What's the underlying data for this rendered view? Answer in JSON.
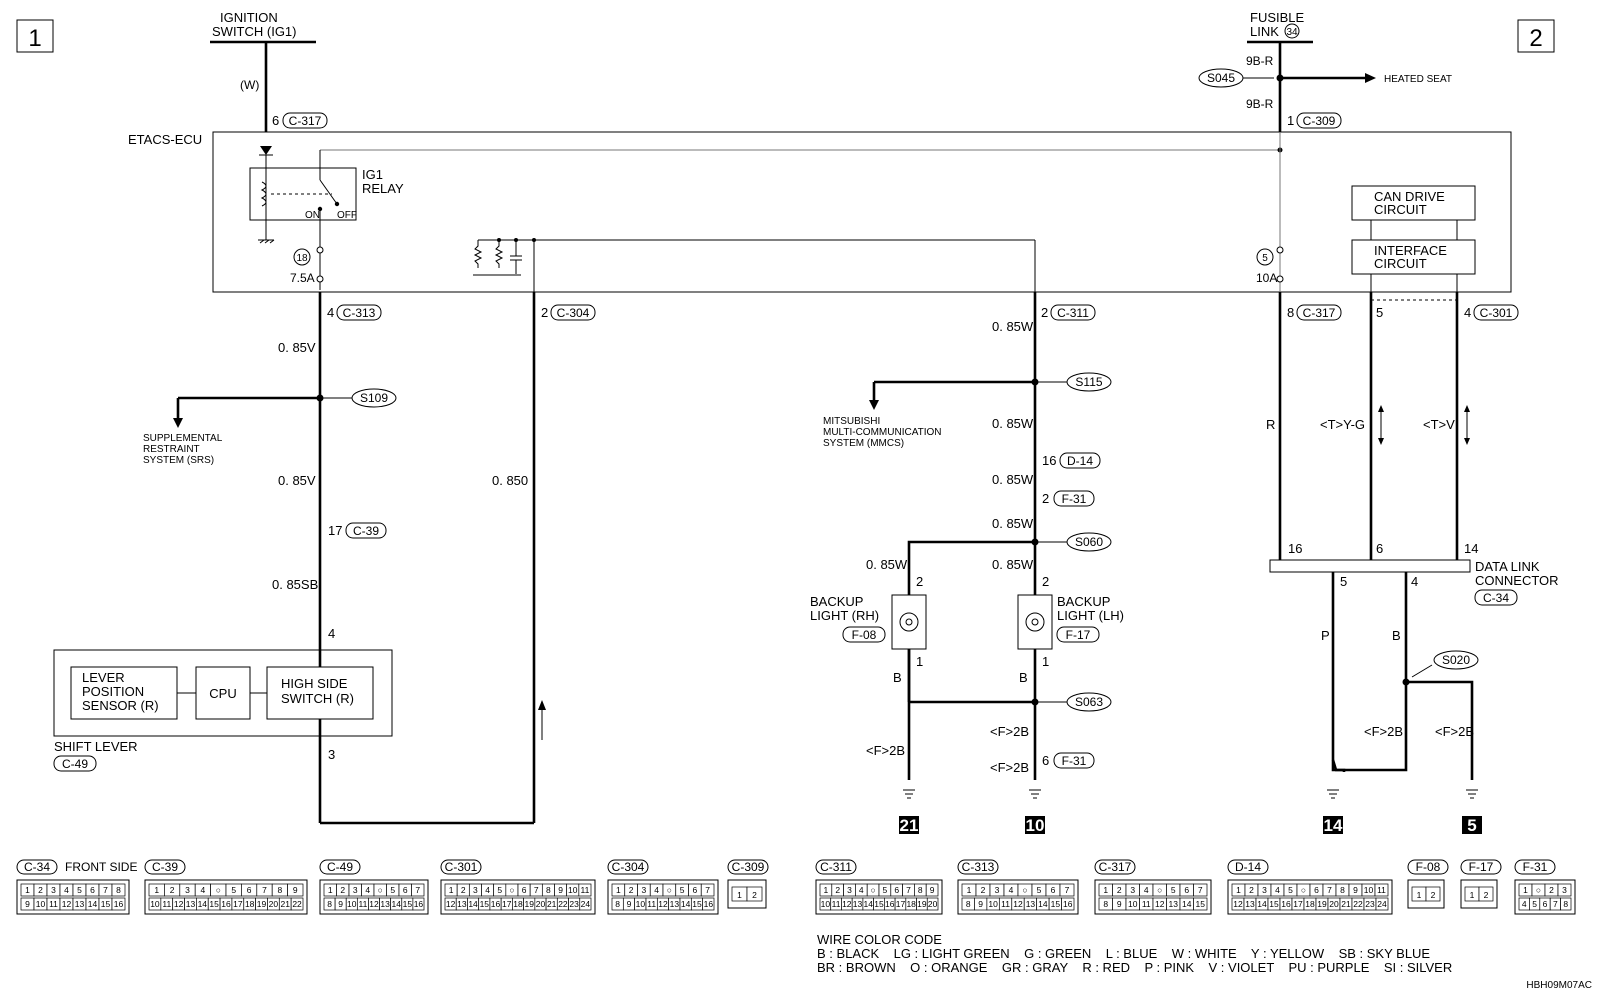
{
  "page_markers": {
    "left": "1",
    "right": "2"
  },
  "top": {
    "ignition_line1": "IGNITION",
    "ignition_line2": "SWITCH (IG1)",
    "ignition_wire": "(W)",
    "fusible_line1": "FUSIBLE",
    "fusible_line2": "LINK",
    "fusible_num": "34",
    "wire_9br_a": "9B-R",
    "wire_9br_b": "9B-R",
    "s045": "S045",
    "heated_seat": "HEATED SEAT"
  },
  "ecu": {
    "title": "ETACS-ECU",
    "ig1_relay_1": "IG1",
    "ig1_relay_2": "RELAY",
    "on": "ON",
    "off": "OFF",
    "fuse18": "18",
    "fuse18_amp": "7.5A",
    "fuse5": "5",
    "fuse5_amp": "10A",
    "can_1": "CAN DRIVE",
    "can_2": "CIRCUIT",
    "if_1": "INTERFACE",
    "if_2": "CIRCUIT"
  },
  "pins": {
    "p6": "6",
    "c317a": "C-317",
    "p1": "1",
    "c309": "C-309",
    "p4": "4",
    "c313": "C-313",
    "p2a": "2",
    "c304": "C-304",
    "p2b": "2",
    "c311": "C-311",
    "p8": "8",
    "c317b": "C-317",
    "p5": "5",
    "p4b": "4",
    "c301": "C-301"
  },
  "left_branch": {
    "w085v_a": "0. 85V",
    "s109": "S109",
    "srs_1": "SUPPLEMENTAL",
    "srs_2": "RESTRAINT",
    "srs_3": "SYSTEM (SRS)",
    "w085v_b": "0. 85V",
    "p17": "17",
    "c39": "C-39",
    "w085sb": "0. 85SB",
    "p4": "4",
    "w0850": "0. 850",
    "p3": "3"
  },
  "shift_lever": {
    "sensor_1": "LEVER",
    "sensor_2": "POSITION",
    "sensor_3": "SENSOR (R)",
    "cpu": "CPU",
    "hs_1": "HIGH SIDE",
    "hs_2": "SWITCH (R)",
    "title": "SHIFT LEVER",
    "conn": "C-49"
  },
  "middle": {
    "w085w_a": "0. 85W",
    "s115": "S115",
    "mmcs_1": "MITSUBISHI",
    "mmcs_2": "MULTI-COMMUNICATION",
    "mmcs_3": "SYSTEM (MMCS)",
    "w085w_b": "0. 85W",
    "p16": "16",
    "d14": "D-14",
    "w085w_c": "0. 85W",
    "p2": "2",
    "f31a": "F-31",
    "w085w_d": "0. 85W",
    "s060": "S060",
    "w085w_rh": "0. 85W",
    "w085w_lh": "0. 85W",
    "rh_p2": "2",
    "lh_p2": "2",
    "rh_1": "BACKUP",
    "rh_2": "LIGHT (RH)",
    "rh_conn": "F-08",
    "lh_1": "BACKUP",
    "lh_2": "LIGHT (LH)",
    "lh_conn": "F-17",
    "rh_p1": "1",
    "lh_p1": "1",
    "b_rh": "B",
    "b_lh": "B",
    "s063": "S063",
    "f2b_a": "<F>2B",
    "f2b_b": "<F>2B",
    "f2b_c": "<F>2B",
    "p6": "6",
    "f31b": "F-31",
    "g21": "21",
    "g10": "10"
  },
  "right": {
    "w_r": "R",
    "w_tyg": "<T>Y-G",
    "w_tv": "<T>V",
    "p16": "16",
    "p6": "6",
    "p14": "14",
    "dlc_1": "DATA LINK",
    "dlc_2": "CONNECTOR",
    "dlc_conn": "C-34",
    "p5": "5",
    "p4": "4",
    "w_p": "P",
    "w_b": "B",
    "s020": "S020",
    "f2b_a": "<F>2B",
    "f2b_b": "<F>2B",
    "g14": "14",
    "g5": "5"
  },
  "connectors": [
    {
      "id": "C-34",
      "note": "FRONT SIDE",
      "row1": [
        "1",
        "2",
        "3",
        "4",
        "5",
        "6",
        "7",
        "8"
      ],
      "row2": [
        "9",
        "10",
        "11",
        "12",
        "13",
        "14",
        "15",
        "16"
      ]
    },
    {
      "id": "C-39",
      "row1": [
        "1",
        "2",
        "3",
        "4",
        "",
        "5",
        "6",
        "7",
        "8",
        "9"
      ],
      "row2": [
        "10",
        "11",
        "12",
        "13",
        "14",
        "15",
        "16",
        "17",
        "18",
        "19",
        "20",
        "21",
        "22"
      ]
    },
    {
      "id": "C-49",
      "row1": [
        "1",
        "2",
        "3",
        "4",
        "",
        "5",
        "6",
        "7"
      ],
      "row2": [
        "8",
        "9",
        "10",
        "11",
        "12",
        "13",
        "14",
        "15",
        "16"
      ]
    },
    {
      "id": "C-301",
      "row1": [
        "1",
        "2",
        "3",
        "4",
        "5",
        "",
        "6",
        "7",
        "8",
        "9",
        "10",
        "11"
      ],
      "row2": [
        "12",
        "13",
        "14",
        "15",
        "16",
        "17",
        "18",
        "19",
        "20",
        "21",
        "22",
        "23",
        "24"
      ]
    },
    {
      "id": "C-304",
      "row1": [
        "1",
        "2",
        "3",
        "4",
        "",
        "5",
        "6",
        "7"
      ],
      "row2": [
        "8",
        "9",
        "10",
        "11",
        "12",
        "13",
        "14",
        "15",
        "16"
      ]
    },
    {
      "id": "C-309",
      "row1": [
        "1",
        "2"
      ],
      "row2": []
    },
    {
      "id": "C-311",
      "row1": [
        "1",
        "2",
        "3",
        "4",
        "",
        "5",
        "6",
        "7",
        "8",
        "9"
      ],
      "row2": [
        "10",
        "11",
        "12",
        "13",
        "14",
        "15",
        "16",
        "17",
        "18",
        "19",
        "20"
      ]
    },
    {
      "id": "C-313",
      "row1": [
        "1",
        "2",
        "3",
        "4",
        "",
        "5",
        "6",
        "7"
      ],
      "row2": [
        "8",
        "9",
        "10",
        "11",
        "12",
        "13",
        "14",
        "15",
        "16"
      ]
    },
    {
      "id": "C-317",
      "row1": [
        "1",
        "2",
        "3",
        "4",
        "",
        "5",
        "6",
        "7"
      ],
      "row2": [
        "8",
        "9",
        "10",
        "11",
        "12",
        "13",
        "14",
        "15"
      ]
    },
    {
      "id": "D-14",
      "row1": [
        "1",
        "2",
        "3",
        "4",
        "5",
        "",
        "6",
        "7",
        "8",
        "9",
        "10",
        "11"
      ],
      "row2": [
        "12",
        "13",
        "14",
        "15",
        "16",
        "17",
        "18",
        "19",
        "20",
        "21",
        "22",
        "23",
        "24"
      ]
    },
    {
      "id": "F-08",
      "row1": [
        "1",
        "2"
      ],
      "row2": []
    },
    {
      "id": "F-17",
      "row1": [
        "1",
        "2"
      ],
      "row2": []
    },
    {
      "id": "F-31",
      "row1": [
        "1",
        "",
        "2",
        "3"
      ],
      "row2": [
        "4",
        "5",
        "6",
        "7",
        "8"
      ]
    }
  ],
  "wire_color_code": {
    "title": "WIRE COLOR CODE",
    "line1": "B : BLACK    LG : LIGHT GREEN    G : GREEN    L : BLUE    W : WHITE    Y : YELLOW    SB : SKY BLUE",
    "line2": "BR : BROWN    O : ORANGE    GR : GRAY    R : RED    P : PINK    V : VIOLET    PU : PURPLE    SI : SILVER"
  },
  "figure_code": "HBH09M07AC"
}
